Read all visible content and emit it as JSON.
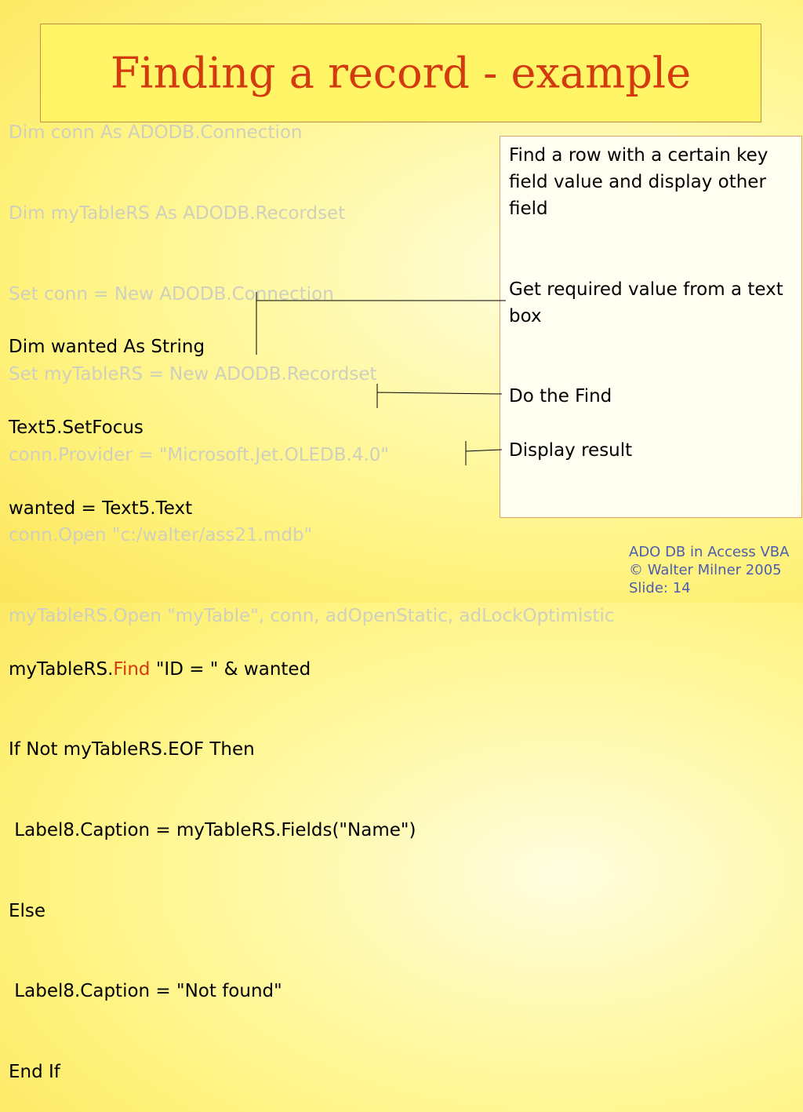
{
  "slide": {
    "title": "Finding a record - example",
    "code_background_lines": [
      "Dim conn As ADODB.Connection",
      "Dim myTableRS As ADODB.Recordset",
      "Set conn = New ADODB.Connection",
      "Set myTableRS = New ADODB.Recordset",
      "conn.Provider = \"Microsoft.Jet.OLEDB.4.0\"",
      "conn.Open \"c:/walter/ass21.mdb\"",
      "myTableRS.Open \"myTable\", conn, adOpenStatic, adLockOptimistic"
    ],
    "code_main": {
      "line1": "Dim wanted As String",
      "line2": "Text5.SetFocus",
      "line3": "wanted = Text5.Text",
      "line4_prefix": "myTableRS.",
      "line4_keyword": "Find",
      "line4_suffix": " \"ID = \" & wanted",
      "line5": "If Not myTableRS.EOF Then",
      "line6": " Label8.Caption = myTableRS.Fields(\"Name\")",
      "line7": "Else",
      "line8": " Label8.Caption = \"Not found\"",
      "line9": "End If"
    },
    "notes": {
      "note1": "Find a row with a certain key field value and display other field",
      "note2": "Get required value from a text box",
      "note3": "Do the Find",
      "note4": "Display result"
    },
    "footer": {
      "line1": "ADO DB in Access VBA",
      "line2": "© Walter Milner 2005",
      "line3": "Slide: 14"
    },
    "colors": {
      "title": "#d43a10",
      "keyword": "#d43a10",
      "footer": "#4b5db0",
      "faded_code": "#cfcfbf"
    }
  }
}
